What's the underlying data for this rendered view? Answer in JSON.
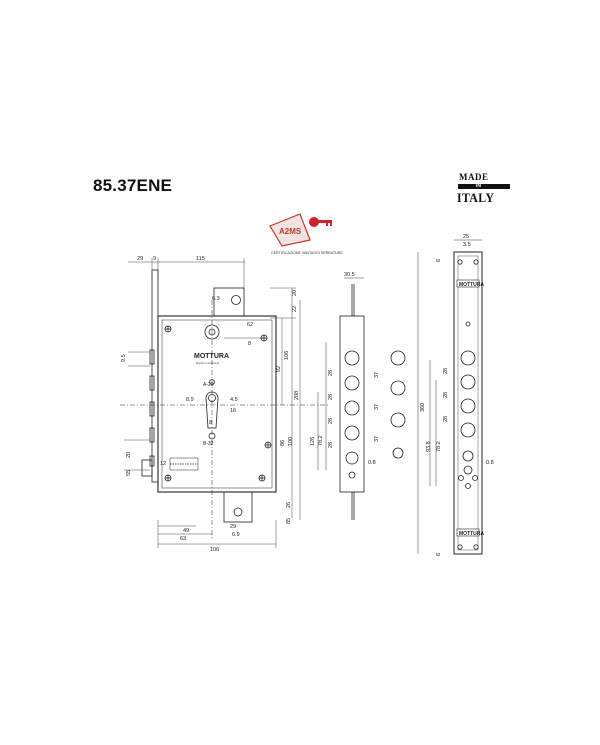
{
  "title": "85.37ENE",
  "badge": {
    "made": "MADE",
    "in": "IN",
    "italy": "ITALY"
  },
  "certification": {
    "logo_text": "A2MS",
    "caption": "CERTIFICAZIONE VANTAGGI SERRATURE"
  },
  "lock_body": {
    "brand": "MOTTURA",
    "brand_sub": "libertà in sicurezza",
    "cylinder_label": "A-20",
    "backset_label": "B-32",
    "dims": {
      "top_left_a": "29",
      "top_left_b": "9",
      "top_span": "115",
      "faceplate_offset": "6.3",
      "top_right_a": "22",
      "top_right_b": "20",
      "pin_label": "62",
      "pin_dia": "8",
      "right_a": "92",
      "right_b": "106",
      "right_c": "208",
      "left_bolt": "9.5",
      "left_cyl": "8.9",
      "right_cyl": "4.5",
      "right_cyl2": "16",
      "spindle": "8",
      "mid_right_a": "86",
      "mid_right_b": "100",
      "lower_left_a": "20",
      "lower_left_b": "55",
      "lower_right_a": "26",
      "lower_right_b": "85",
      "latch": "29",
      "latch2": "6.9",
      "bottom_a": "49",
      "bottom_b": "63",
      "bottom_total": "106",
      "side_small": "12"
    }
  },
  "side_view": {
    "top_width": "30.5",
    "bolt_spacing": [
      "28",
      "28",
      "28",
      "28"
    ],
    "total_a": "78.2",
    "total_b": "126",
    "bolt_dia": "0.8",
    "bolt_pitch": [
      "37",
      "37",
      "37"
    ]
  },
  "faceplate": {
    "label_top": "MOTTURA",
    "label_bottom": "MOTTURA",
    "top_width": "25",
    "top_small": "6",
    "top_dim": "3.5",
    "total": "360",
    "inner": "93.8",
    "inner2": "78.2",
    "bolt_spacing": [
      "28",
      "28",
      "28"
    ],
    "bolt_dia": "0.8",
    "bottom_dim": "6"
  }
}
